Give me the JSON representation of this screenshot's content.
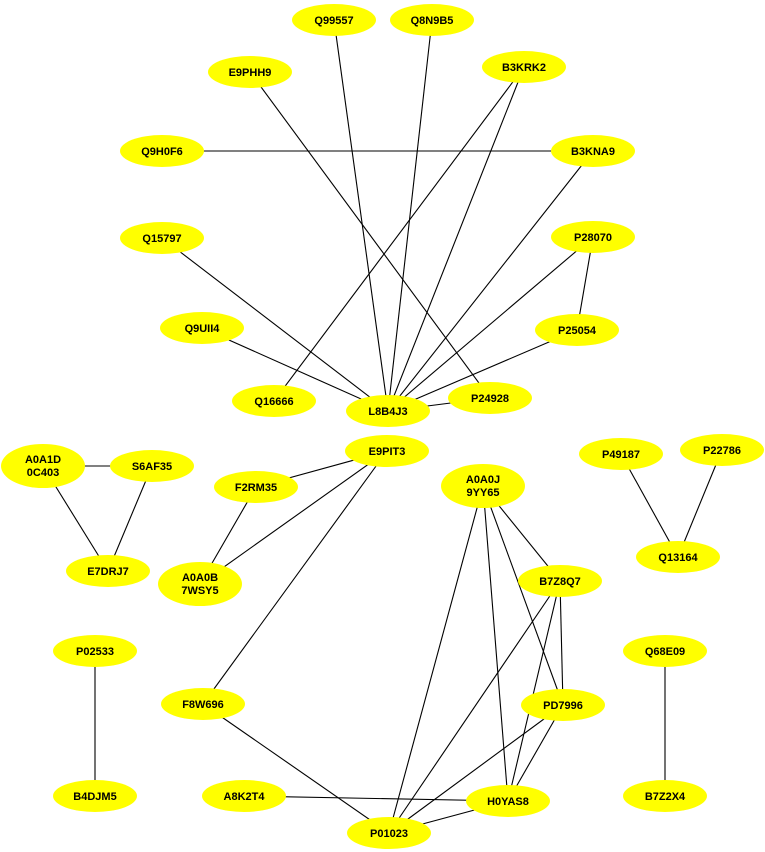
{
  "colors": {
    "node_fill": "#ffff00",
    "edge": "#000000",
    "label": "#000000"
  },
  "nodes": [
    {
      "id": "Q99557",
      "lines": [
        "Q99557"
      ]
    },
    {
      "id": "Q8N9B5",
      "lines": [
        "Q8N9B5"
      ]
    },
    {
      "id": "E9PHH9",
      "lines": [
        "E9PHH9"
      ]
    },
    {
      "id": "B3KRK2",
      "lines": [
        "B3KRK2"
      ]
    },
    {
      "id": "Q9H0F6",
      "lines": [
        "Q9H0F6"
      ]
    },
    {
      "id": "B3KNA9",
      "lines": [
        "B3KNA9"
      ]
    },
    {
      "id": "Q15797",
      "lines": [
        "Q15797"
      ]
    },
    {
      "id": "P28070",
      "lines": [
        "P28070"
      ]
    },
    {
      "id": "Q9UII4",
      "lines": [
        "Q9UII4"
      ]
    },
    {
      "id": "P25054",
      "lines": [
        "P25054"
      ]
    },
    {
      "id": "Q16666",
      "lines": [
        "Q16666"
      ]
    },
    {
      "id": "L8B4J3",
      "lines": [
        "L8B4J3"
      ]
    },
    {
      "id": "P24928",
      "lines": [
        "P24928"
      ]
    },
    {
      "id": "E9PIT3",
      "lines": [
        "E9PIT3"
      ]
    },
    {
      "id": "A0A1D0C403",
      "lines": [
        "A0A1D",
        "0C403"
      ]
    },
    {
      "id": "S6AF35",
      "lines": [
        "S6AF35"
      ]
    },
    {
      "id": "F2RM35",
      "lines": [
        "F2RM35"
      ]
    },
    {
      "id": "A0A0J9YY65",
      "lines": [
        "A0A0J",
        "9YY65"
      ]
    },
    {
      "id": "P49187",
      "lines": [
        "P49187"
      ]
    },
    {
      "id": "P22786",
      "lines": [
        "P22786"
      ]
    },
    {
      "id": "E7DRJ7",
      "lines": [
        "E7DRJ7"
      ]
    },
    {
      "id": "Q13164",
      "lines": [
        "Q13164"
      ]
    },
    {
      "id": "A0A0B7WSY5",
      "lines": [
        "A0A0B",
        "7WSY5"
      ]
    },
    {
      "id": "B7Z8Q7",
      "lines": [
        "B7Z8Q7"
      ]
    },
    {
      "id": "P02533",
      "lines": [
        "P02533"
      ]
    },
    {
      "id": "Q68E09",
      "lines": [
        "Q68E09"
      ]
    },
    {
      "id": "F8W696",
      "lines": [
        "F8W696"
      ]
    },
    {
      "id": "PD7996",
      "lines": [
        "PD7996"
      ]
    },
    {
      "id": "B4DJM5",
      "lines": [
        "B4DJM5"
      ]
    },
    {
      "id": "A8K2T4",
      "lines": [
        "A8K2T4"
      ]
    },
    {
      "id": "H0YAS8",
      "lines": [
        "H0YAS8"
      ]
    },
    {
      "id": "B7Z2X4",
      "lines": [
        "B7Z2X4"
      ]
    },
    {
      "id": "P01023",
      "lines": [
        "P01023"
      ]
    }
  ],
  "edges": [
    [
      "Q99557",
      "L8B4J3"
    ],
    [
      "Q8N9B5",
      "L8B4J3"
    ],
    [
      "E9PHH9",
      "P24928"
    ],
    [
      "B3KRK2",
      "L8B4J3"
    ],
    [
      "B3KRK2",
      "Q16666"
    ],
    [
      "Q9H0F6",
      "B3KNA9"
    ],
    [
      "B3KNA9",
      "L8B4J3"
    ],
    [
      "Q15797",
      "L8B4J3"
    ],
    [
      "P28070",
      "L8B4J3"
    ],
    [
      "P28070",
      "P25054"
    ],
    [
      "Q9UII4",
      "L8B4J3"
    ],
    [
      "P25054",
      "L8B4J3"
    ],
    [
      "P24928",
      "L8B4J3"
    ],
    [
      "A0A1D0C403",
      "S6AF35"
    ],
    [
      "A0A1D0C403",
      "E7DRJ7"
    ],
    [
      "S6AF35",
      "E7DRJ7"
    ],
    [
      "E9PIT3",
      "F2RM35"
    ],
    [
      "E9PIT3",
      "A0A0B7WSY5"
    ],
    [
      "E9PIT3",
      "F8W696"
    ],
    [
      "F2RM35",
      "A0A0B7WSY5"
    ],
    [
      "P49187",
      "Q13164"
    ],
    [
      "P22786",
      "Q13164"
    ],
    [
      "P02533",
      "B4DJM5"
    ],
    [
      "Q68E09",
      "B7Z2X4"
    ],
    [
      "A0A0J9YY65",
      "B7Z8Q7"
    ],
    [
      "A0A0J9YY65",
      "PD7996"
    ],
    [
      "A0A0J9YY65",
      "H0YAS8"
    ],
    [
      "A0A0J9YY65",
      "P01023"
    ],
    [
      "B7Z8Q7",
      "PD7996"
    ],
    [
      "B7Z8Q7",
      "H0YAS8"
    ],
    [
      "B7Z8Q7",
      "P01023"
    ],
    [
      "PD7996",
      "H0YAS8"
    ],
    [
      "PD7996",
      "P01023"
    ],
    [
      "F8W696",
      "P01023"
    ],
    [
      "A8K2T4",
      "H0YAS8"
    ],
    [
      "H0YAS8",
      "P01023"
    ]
  ]
}
